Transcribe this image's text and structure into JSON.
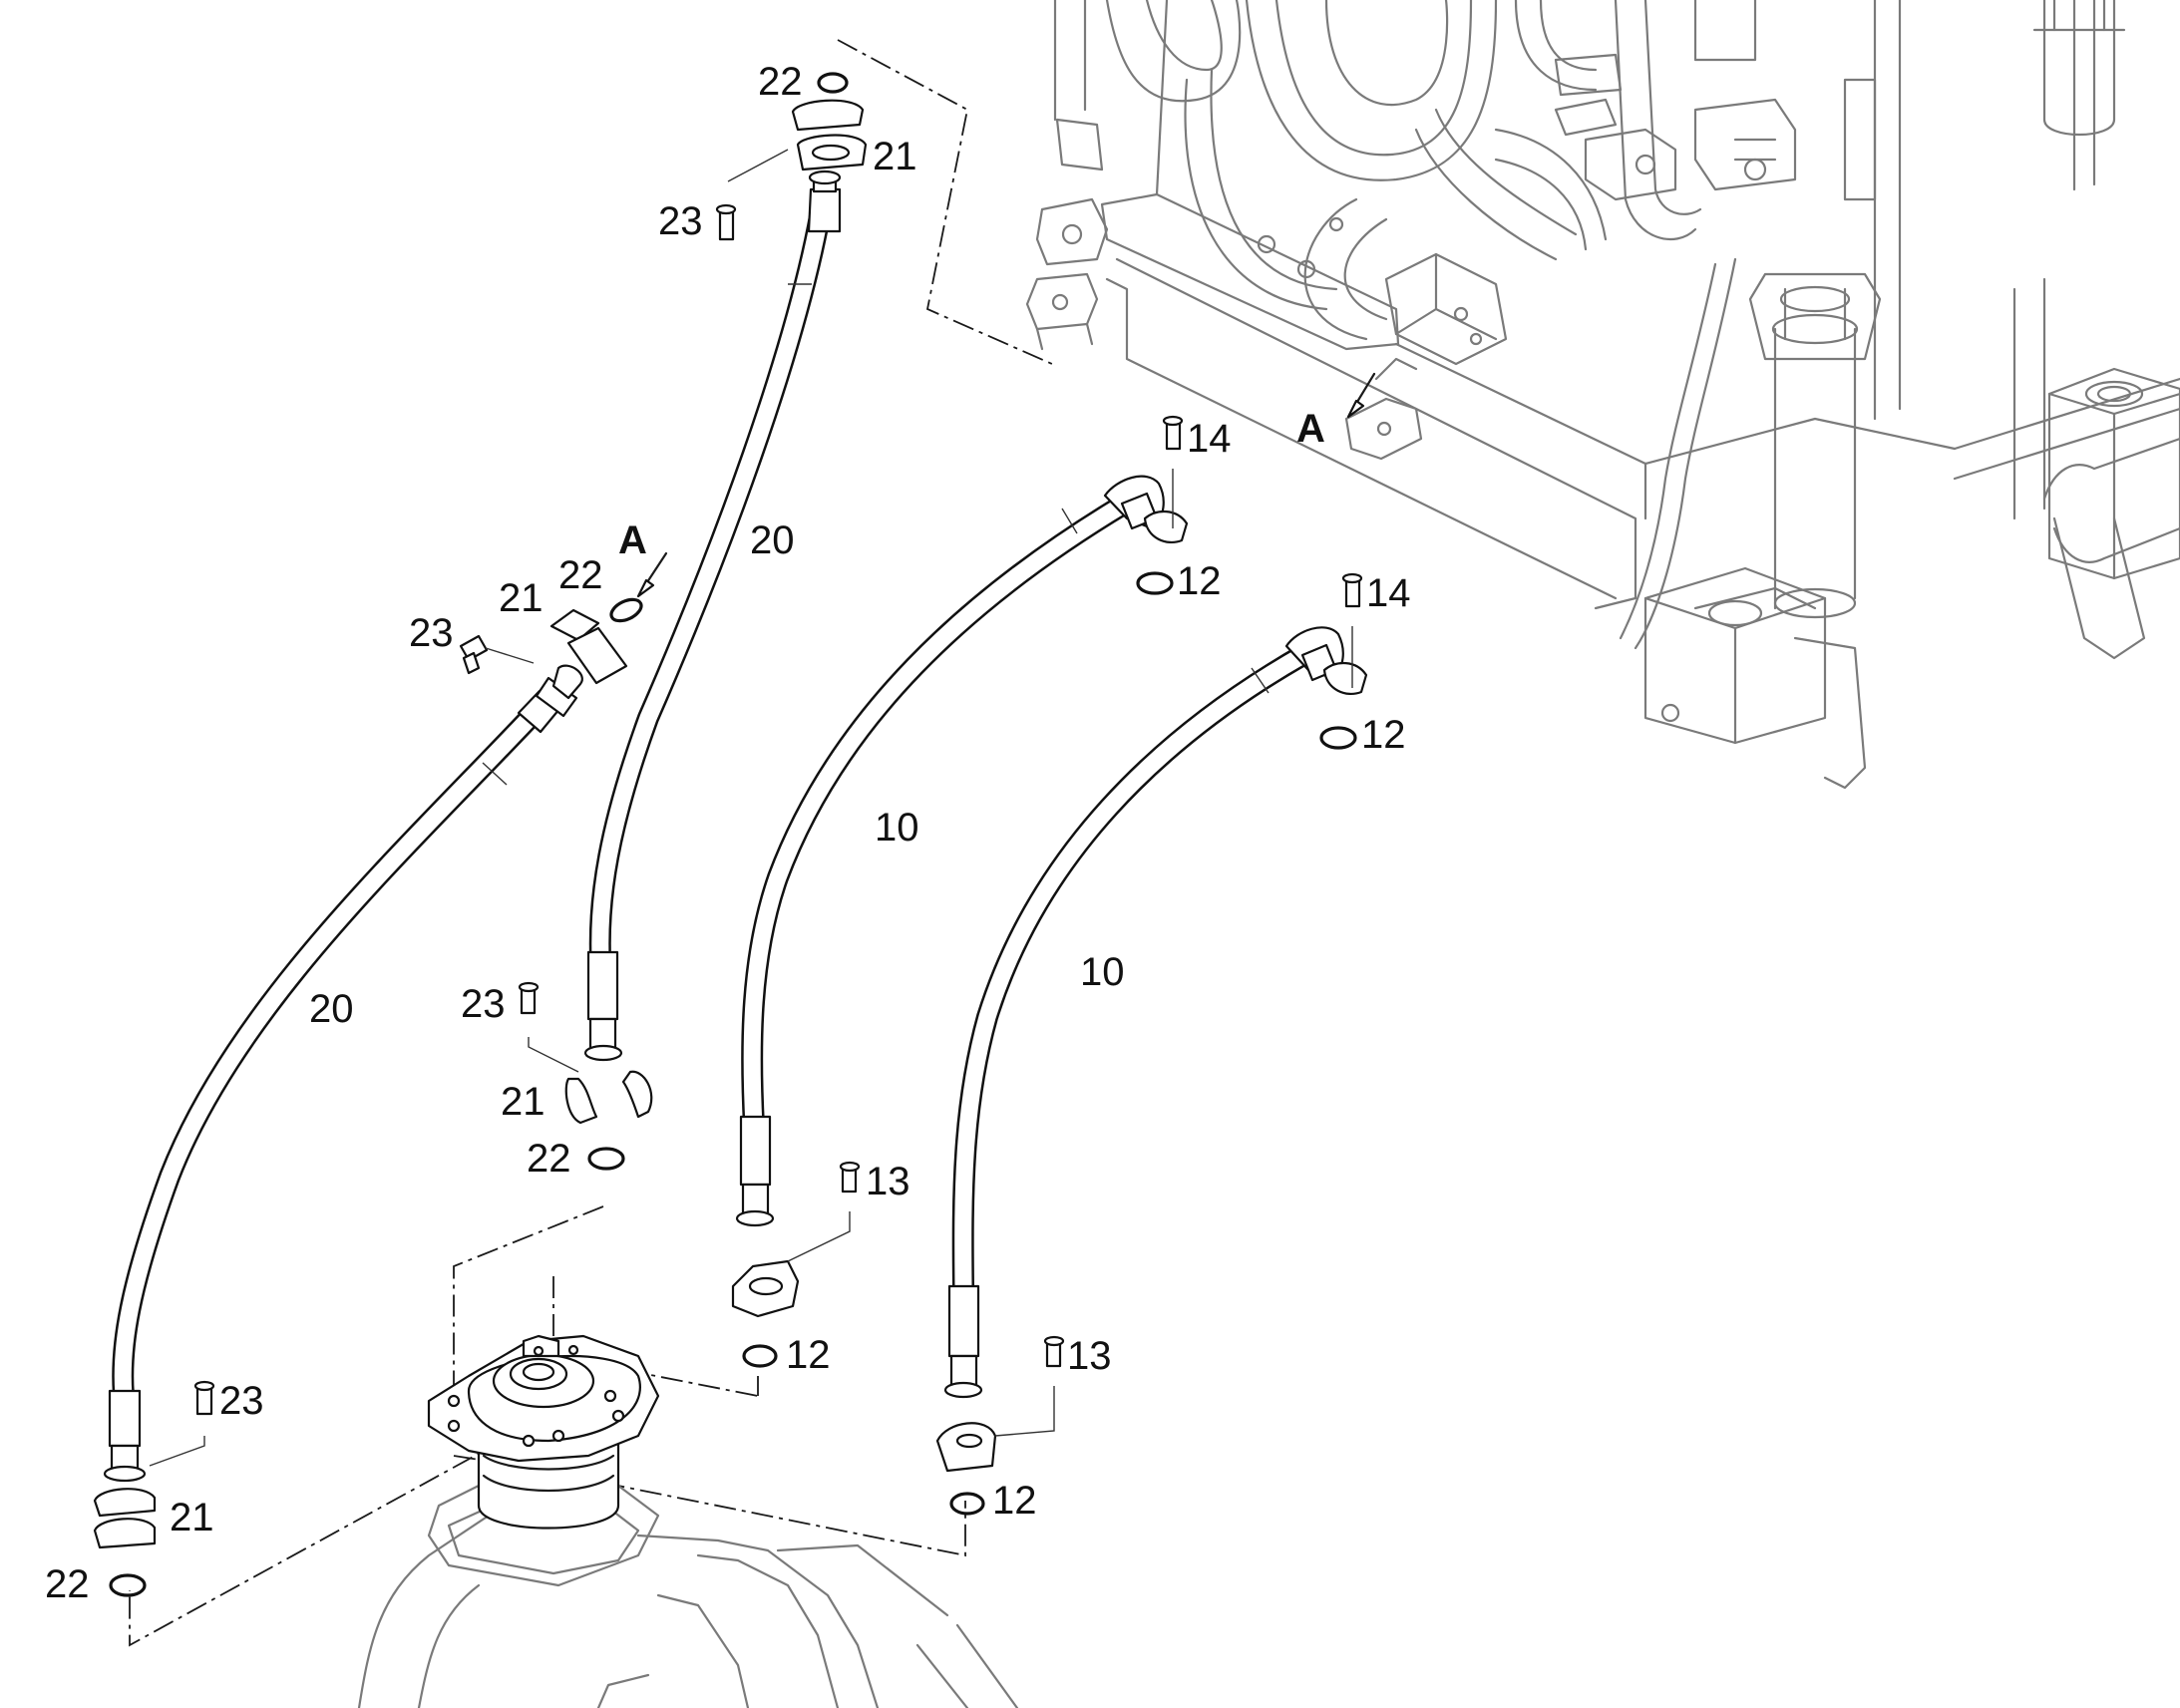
{
  "callouts": {
    "item_10": "10",
    "item_12": "12",
    "item_13": "13",
    "item_14": "14",
    "item_20": "20",
    "item_21": "21",
    "item_22": "22",
    "item_23": "23",
    "view_a": "A"
  }
}
